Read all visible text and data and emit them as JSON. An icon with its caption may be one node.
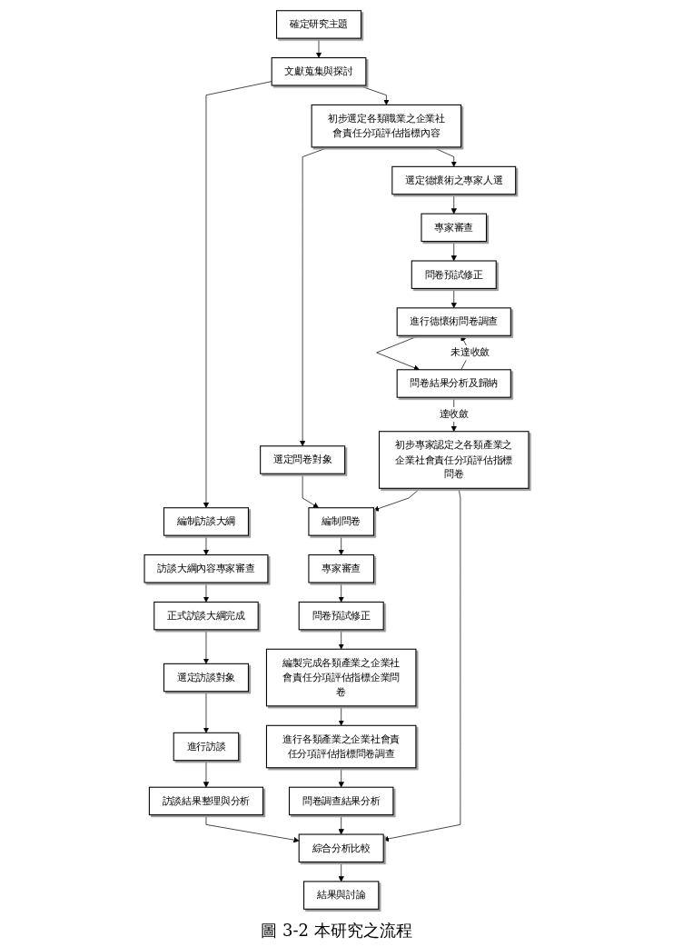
{
  "diagram": {
    "caption": "圖 3-2 本研究之流程",
    "nodes": [
      {
        "text": [
          "確定研究主題"
        ]
      },
      {
        "text": [
          "文獻蒐集與探討"
        ]
      },
      {
        "text": [
          "初步選定各類職業之企業社會責任分項評估指標內容"
        ]
      },
      {
        "text": [
          "編制訪談大綱"
        ]
      },
      {
        "text": [
          "訪談大綱內容專家審查"
        ]
      },
      {
        "text": [
          "正式訪談大綱完成"
        ]
      },
      {
        "text": [
          "選定訪談對象"
        ]
      },
      {
        "text": [
          "進行訪談"
        ]
      },
      {
        "text": [
          "訪談結果整理與分析"
        ]
      },
      {
        "text": [
          "選定問卷對象"
        ]
      },
      {
        "text": [
          "編制問卷"
        ]
      },
      {
        "text": [
          "專家審查"
        ]
      },
      {
        "text": [
          "問卷預試修正"
        ]
      },
      {
        "text": [
          "編製完成各類產業之企業社會責任分項評估指標企業問卷"
        ]
      },
      {
        "text": [
          "進行各類產業之企業社會責任分項評估指標問卷調查"
        ]
      },
      {
        "text": [
          "問卷調查結果分析"
        ]
      },
      {
        "text": [
          "選定德懷術之專家人選"
        ]
      },
      {
        "text": [
          "專家審查"
        ]
      },
      {
        "text": [
          "問卷預試修正"
        ]
      },
      {
        "text": [
          "進行德懷術問卷調查"
        ]
      },
      {
        "text": [
          "問卷結果分析及歸納"
        ]
      },
      {
        "text": [
          "初步專家認定之各類產業之企業社會責任分項評估指標問卷"
        ]
      },
      {
        "text": [
          "綜合分析比較"
        ]
      },
      {
        "text": [
          "結果與討論"
        ]
      }
    ],
    "edges": [
      {
        "from": 0,
        "to": 1,
        "arrow": "to"
      },
      {
        "from": 1,
        "to": 2,
        "arrow": "to"
      },
      {
        "from": 1,
        "to": 3,
        "arrow": "to"
      },
      {
        "from": 2,
        "to": 9,
        "arrow": "to"
      },
      {
        "from": 2,
        "to": 16,
        "arrow": "to"
      },
      {
        "from": 3,
        "to": 4,
        "arrow": "to"
      },
      {
        "from": 4,
        "to": 5,
        "arrow": "to"
      },
      {
        "from": 5,
        "to": 6,
        "arrow": "to"
      },
      {
        "from": 6,
        "to": 7,
        "arrow": "to"
      },
      {
        "from": 7,
        "to": 8,
        "arrow": "to"
      },
      {
        "from": 9,
        "to": 10,
        "arrow": "to"
      },
      {
        "from": 10,
        "to": 11,
        "arrow": "to"
      },
      {
        "from": 11,
        "to": 12,
        "arrow": "to"
      },
      {
        "from": 12,
        "to": 13,
        "arrow": "to"
      },
      {
        "from": 13,
        "to": 14,
        "arrow": "to"
      },
      {
        "from": 14,
        "to": 15,
        "arrow": "to"
      },
      {
        "from": 16,
        "to": 17,
        "arrow": "to"
      },
      {
        "from": 17,
        "to": 18,
        "arrow": "to"
      },
      {
        "from": 18,
        "to": 19,
        "arrow": "to"
      },
      {
        "from": 19,
        "to": 20,
        "arrow": "to"
      },
      {
        "from": 20,
        "to": 19,
        "label": "未達收斂",
        "arrow": "to"
      },
      {
        "from": 20,
        "to": 21,
        "label": "達收斂",
        "arrow": "to"
      },
      {
        "from": 21,
        "to": 10,
        "arrow": "to"
      },
      {
        "from": 8,
        "to": 22,
        "arrow": "to"
      },
      {
        "from": 15,
        "to": 22,
        "arrow": "to"
      },
      {
        "from": 21,
        "to": 22,
        "arrow": "to"
      },
      {
        "from": 22,
        "to": 23,
        "arrow": "to"
      }
    ]
  }
}
